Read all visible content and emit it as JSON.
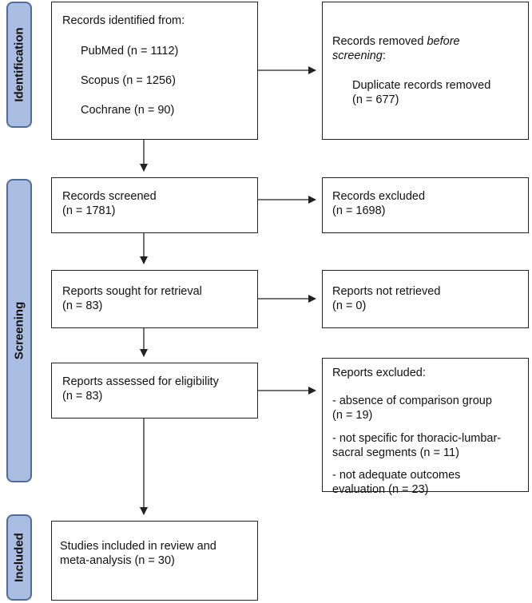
{
  "phases": {
    "identification": "Identification",
    "screening": "Screening",
    "included": "Included"
  },
  "identified": {
    "title": "Records identified from:",
    "pubmed": "PubMed (n = 1112)",
    "scopus": "Scopus (n = 1256)",
    "cochrane": "Cochrane (n = 90)"
  },
  "removed": {
    "title_prefix": "Records removed ",
    "title_emphasis": "before",
    "title_line2_emphasis": "screening",
    "title_line2_suffix": ":",
    "duplicate_label": "Duplicate records removed",
    "duplicate_count": "(n = 677)"
  },
  "screened": {
    "label": "Records screened",
    "count": "(n = 1781)"
  },
  "excluded": {
    "label": "Records excluded",
    "count": "(n = 1698)"
  },
  "sought": {
    "label": "Reports sought for retrieval",
    "count": "(n = 83)"
  },
  "not_retrieved": {
    "label": "Reports not retrieved",
    "count": "(n = 0)"
  },
  "assessed": {
    "label": "Reports assessed for eligibility",
    "count": "(n = 83)"
  },
  "reports_excluded": {
    "title": "Reports excluded:",
    "reasons": [
      {
        "line1": "- absence of comparison group",
        "line2": "(n = 19)"
      },
      {
        "line1": "- not specific for thoracic-lumbar-",
        "line2": "sacral segments (n = 11)"
      },
      {
        "line1": "- not adequate outcomes",
        "line2": "evaluation (n = 23)"
      }
    ]
  },
  "included": {
    "line1": "Studies included in review and",
    "line2": "meta-analysis (n = 30)"
  },
  "colors": {
    "phase_fill": "#a9bee0",
    "phase_border": "#4f6e9c",
    "line": "#222222"
  }
}
